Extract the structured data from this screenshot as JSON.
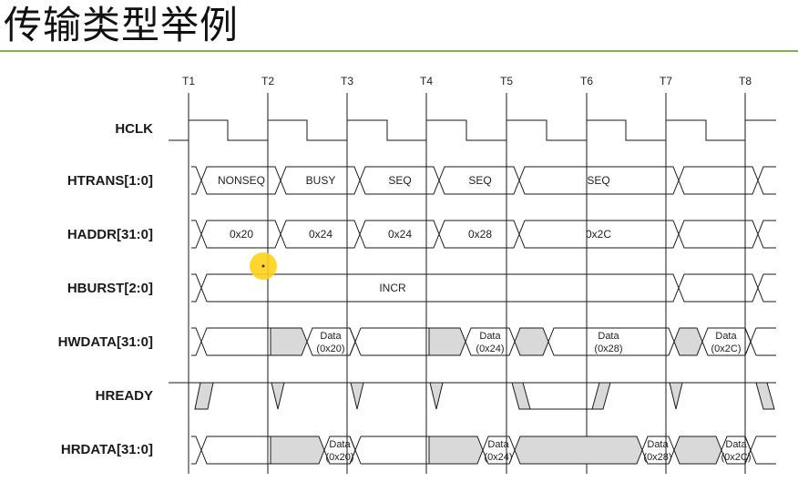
{
  "slide": {
    "title": "传输类型举例"
  },
  "timing": {
    "clock_edges": [
      "T1",
      "T2",
      "T3",
      "T4",
      "T5",
      "T6",
      "T7",
      "T8"
    ],
    "signals": [
      {
        "name": "HCLK"
      },
      {
        "name": "HTRANS[1:0]",
        "values": [
          "NONSEQ",
          "BUSY",
          "SEQ",
          "SEQ",
          "SEQ"
        ]
      },
      {
        "name": "HADDR[31:0]",
        "values": [
          "0x20",
          "0x24",
          "0x24",
          "0x28",
          "0x2C"
        ]
      },
      {
        "name": "HBURST[2:0]",
        "values": [
          "INCR"
        ]
      },
      {
        "name": "HWDATA[31:0]",
        "values": [
          {
            "l1": "Data",
            "l2": "(0x20)"
          },
          {
            "l1": "Data",
            "l2": "(0x24)"
          },
          {
            "l1": "Data",
            "l2": "(0x28)"
          },
          {
            "l1": "Data",
            "l2": "(0x2C)"
          }
        ]
      },
      {
        "name": "HREADY"
      },
      {
        "name": "HRDATA[31:0]",
        "values": [
          {
            "l1": "Data",
            "l2": "(0x20)"
          },
          {
            "l1": "Data",
            "l2": "(0x24)"
          },
          {
            "l1": "Data",
            "l2": "(0x28)"
          },
          {
            "l1": "Data",
            "l2": "(0x2C)"
          }
        ]
      }
    ]
  }
}
